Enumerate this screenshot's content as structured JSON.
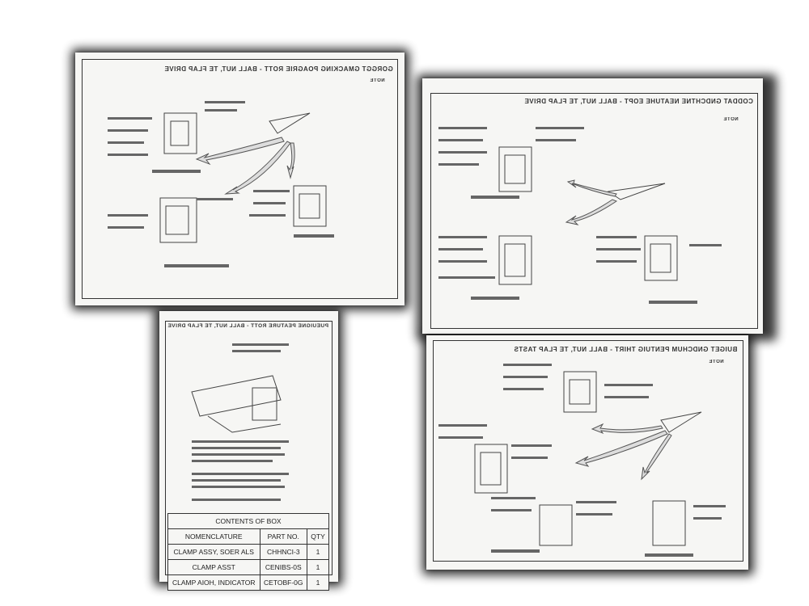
{
  "sheets": [
    {
      "title": "GORGGT GMACKING POAGRIE ROTT - BALL NUT, TE FLAP DRIVE",
      "note": "NOTE"
    },
    {
      "title": "PUEUIGNE PEATURE ROTT - BALL NUT, TE FLAP DRIVE",
      "note": "NOTE"
    },
    {
      "title": "CODDAT GNDCHTNE NEATUHE EOPT - BALL NUT, TE FLAP DRIVE",
      "note": "NOTE"
    },
    {
      "title": "BUIGET GNDCHUM PENTUIG THIRT - BALL NUT, TE FLAP TASTS",
      "note": "NOTE"
    }
  ],
  "contents_table": {
    "title": "CONTENTS OF BOX",
    "headers": [
      "QTY",
      "PART NO.",
      "NOMENCLATURE"
    ],
    "rows": [
      [
        "1",
        "CHHNCI-3",
        "CLAMP ASSY, SOER ALS"
      ],
      [
        "1",
        "CENIBS-0S",
        "CLAMP ASST"
      ],
      [
        "1",
        "CETOBF-0G",
        "CLAMP AIOH, INDICATOR"
      ]
    ]
  }
}
